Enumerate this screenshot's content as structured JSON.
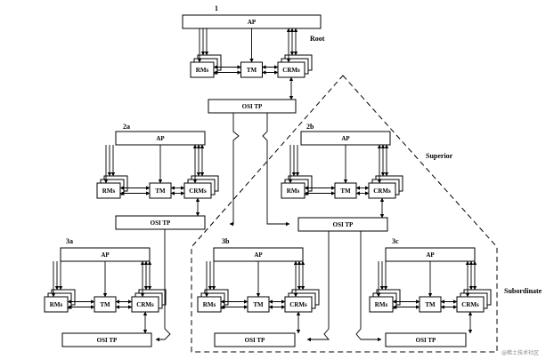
{
  "diagram": {
    "labels": {
      "ap": "AP",
      "rms": "RMs",
      "tm": "TM",
      "crms": "CRMs",
      "osi_tp": "OSI TP"
    },
    "regions": {
      "root": "Root",
      "superior": "Superior",
      "subordinate": "Subordinate"
    },
    "nodes": [
      {
        "id": "1"
      },
      {
        "id": "2a"
      },
      {
        "id": "2b"
      },
      {
        "id": "3a"
      },
      {
        "id": "3b"
      },
      {
        "id": "3c"
      }
    ]
  },
  "watermark": "@稀土技术社区"
}
